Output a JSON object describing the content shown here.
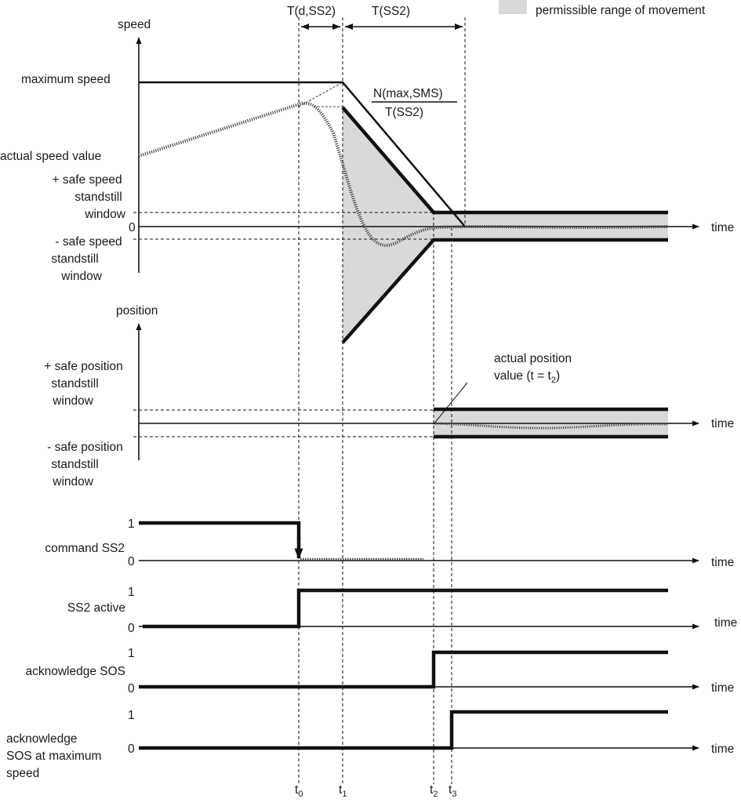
{
  "legend": {
    "label": "permissible range of movement",
    "color": "#d9d9d9"
  },
  "speed_plot": {
    "y_axis_label": "speed",
    "x_axis_label": "time",
    "zero_label": "0",
    "max_speed_label": "maximum speed",
    "actual_speed_label": "actual speed value",
    "plus_window_label": [
      "+ safe speed",
      "standstill",
      "window"
    ],
    "minus_window_label": [
      "- safe speed",
      "standstill",
      "window"
    ],
    "slope_numerator": "N(max,SMS)",
    "slope_denominator": "T(SS2)"
  },
  "time_spans": {
    "delay": "T(d,SS2)",
    "ss2": "T(SS2)"
  },
  "position_plot": {
    "y_axis_label": "position",
    "x_axis_label": "time",
    "plus_window_label": [
      "+ safe position",
      "standstill",
      "window"
    ],
    "minus_window_label": [
      "- safe position",
      "standstill",
      "window"
    ],
    "actual_position_label": "actual position",
    "actual_position_label_2": "value  (t = t",
    "actual_position_sub": "2",
    "actual_position_close": ")"
  },
  "signals": [
    {
      "label": [
        "command SS2"
      ],
      "high": "1",
      "low": "0",
      "axis": "time"
    },
    {
      "label": [
        "SS2 active"
      ],
      "high": "1",
      "low": "0",
      "axis": "time"
    },
    {
      "label": [
        "acknowledge SOS"
      ],
      "high": "1",
      "low": "0",
      "axis": "time"
    },
    {
      "label": [
        "acknowledge",
        "SOS at maximum",
        "speed"
      ],
      "high": "1",
      "low": "0",
      "axis": "time"
    }
  ],
  "time_markers": [
    {
      "base": "t",
      "sub": "0"
    },
    {
      "base": "t",
      "sub": "1"
    },
    {
      "base": "t",
      "sub": "2"
    },
    {
      "base": "t",
      "sub": "3"
    }
  ]
}
